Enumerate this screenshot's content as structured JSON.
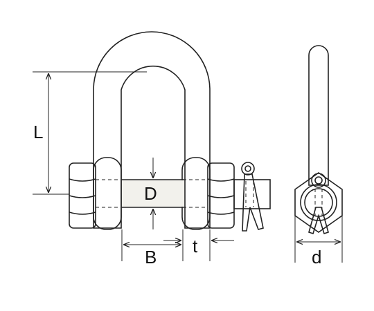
{
  "diagram": {
    "labels": {
      "L": "L",
      "D": "D",
      "B": "B",
      "t": "t",
      "d": "d"
    },
    "colors": {
      "body": "#f2f1ec",
      "stroke": "#222222",
      "background": "#ffffff"
    }
  }
}
